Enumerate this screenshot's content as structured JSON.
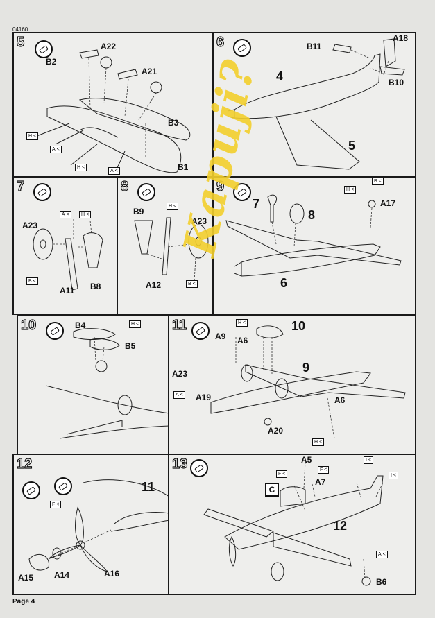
{
  "doc_code": "04160",
  "footer": "Page 4",
  "watermark": "Kapuji?",
  "steps": [
    {
      "number": "5",
      "labels": [
        "A22",
        "B2",
        "A21",
        "B3",
        "B1"
      ],
      "flags": [
        "H",
        "A",
        "H",
        "A"
      ]
    },
    {
      "number": "6",
      "labels": [
        "B11",
        "A18",
        "B10"
      ],
      "bignums": [
        "4",
        "5"
      ]
    },
    {
      "number": "7",
      "labels": [
        "A23",
        "A11",
        "B8"
      ],
      "flags": [
        "A",
        "H",
        "B"
      ]
    },
    {
      "number": "8",
      "labels": [
        "B9",
        "A23",
        "A12"
      ],
      "flags": [
        "H",
        "B"
      ]
    },
    {
      "number": "9",
      "labels": [
        "A17"
      ],
      "flags": [
        "H",
        "B"
      ],
      "bignums": [
        "7",
        "8",
        "6"
      ]
    },
    {
      "number": "10",
      "labels": [
        "B4",
        "B5"
      ],
      "flags": [
        "H"
      ]
    },
    {
      "number": "11",
      "labels": [
        "A9",
        "A6",
        "A23",
        "A19",
        "A6",
        "A20"
      ],
      "flags": [
        "H",
        "A",
        "H"
      ],
      "bignums": [
        "10",
        "9"
      ]
    },
    {
      "number": "12",
      "labels": [
        "A15",
        "A14",
        "A16"
      ],
      "flags": [
        "F"
      ],
      "bignums": [
        "11"
      ]
    },
    {
      "number": "13",
      "labels": [
        "A5",
        "A7",
        "B6"
      ],
      "flags": [
        "F",
        "F",
        "I",
        "I",
        "A"
      ],
      "bignums": [
        "12"
      ],
      "ctag": "C"
    }
  ]
}
